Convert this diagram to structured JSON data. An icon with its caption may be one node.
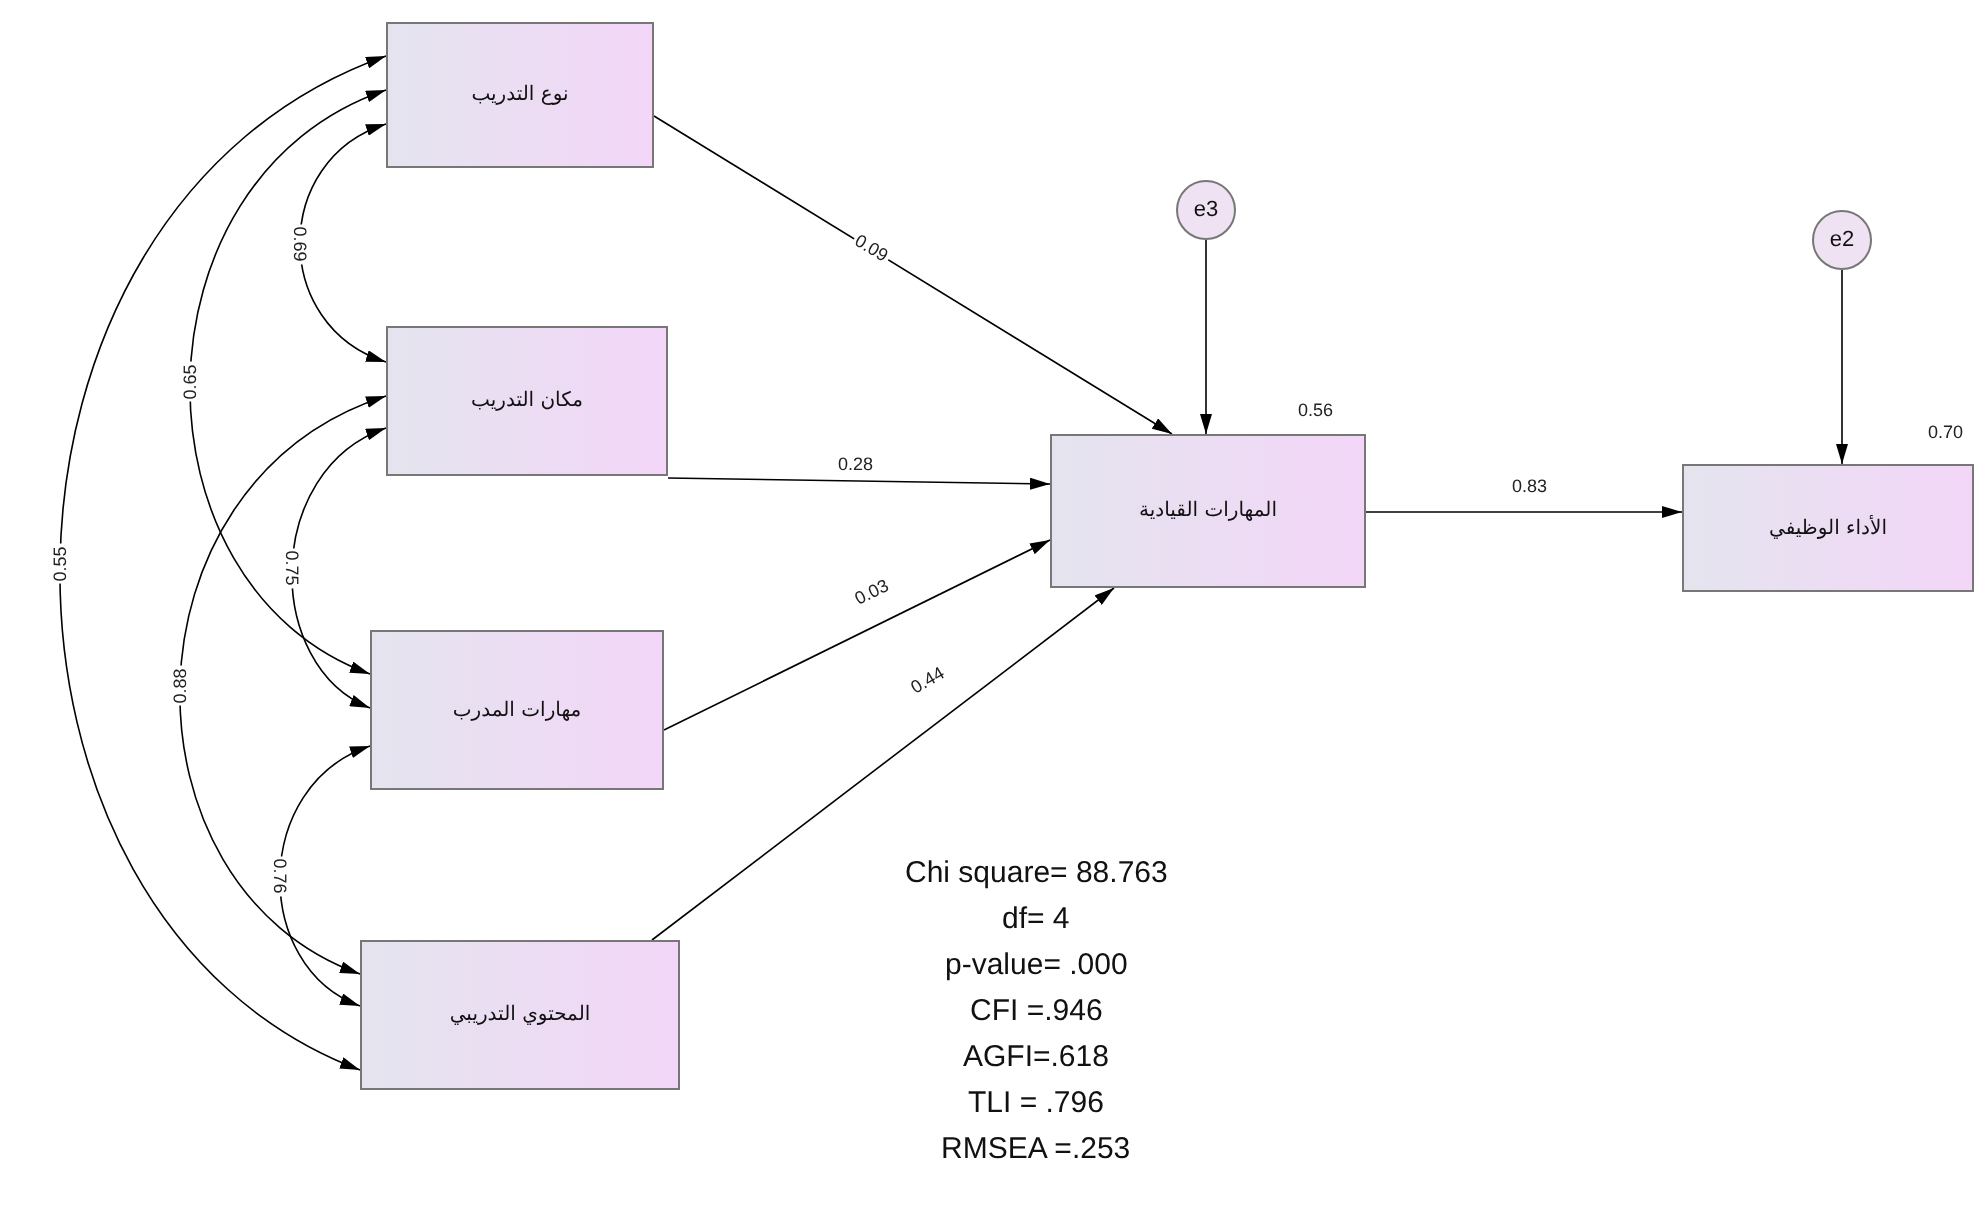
{
  "diagram": {
    "nodes": [
      {
        "text": [
          "نوع التدريب"
        ]
      },
      {
        "text": [
          "مكان التدريب"
        ]
      },
      {
        "text": [
          "مهارات المدرب"
        ]
      },
      {
        "text": [
          "المحتوي التدريبي"
        ]
      },
      {
        "text": [
          "المهارات القيادية"
        ],
        "beside": [
          "0.56"
        ]
      },
      {
        "text": [
          "الأداء الوظيفي"
        ],
        "beside": [
          "0.70"
        ]
      },
      {
        "text": [
          "e3"
        ]
      },
      {
        "text": [
          "e2"
        ]
      }
    ],
    "edges": [
      {
        "from": 0,
        "to": 1,
        "arrow": "both",
        "label": "0.69"
      },
      {
        "from": 0,
        "to": 2,
        "arrow": "both",
        "label": "0.65"
      },
      {
        "from": 0,
        "to": 3,
        "arrow": "both",
        "label": "0.55"
      },
      {
        "from": 1,
        "to": 2,
        "arrow": "both",
        "label": "0.75"
      },
      {
        "from": 1,
        "to": 3,
        "arrow": "both",
        "label": "0.88"
      },
      {
        "from": 2,
        "to": 3,
        "arrow": "both",
        "label": "0.76"
      },
      {
        "from": 0,
        "to": 4,
        "arrow": "to",
        "label": "0.09"
      },
      {
        "from": 1,
        "to": 4,
        "arrow": "to",
        "label": "0.28"
      },
      {
        "from": 2,
        "to": 4,
        "arrow": "to",
        "label": "0.03"
      },
      {
        "from": 3,
        "to": 4,
        "arrow": "to",
        "label": "0.44"
      },
      {
        "from": 4,
        "to": 5,
        "arrow": "to",
        "label": "0.83"
      },
      {
        "from": 6,
        "to": 4,
        "arrow": "to"
      },
      {
        "from": 7,
        "to": 5,
        "arrow": "to"
      }
    ],
    "labels": [
      "Chi square= 88.763",
      "df= 4",
      "p-value= .000",
      "CFI =.946",
      "AGFI=.618",
      "TLI = .796",
      "RMSEA =.253"
    ]
  }
}
